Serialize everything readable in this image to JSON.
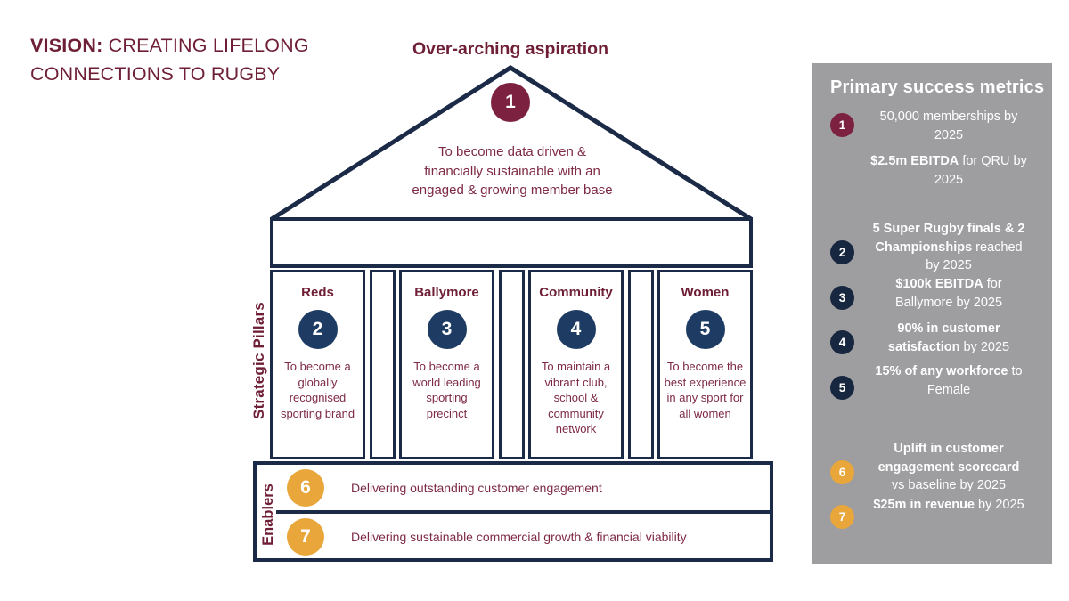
{
  "colors": {
    "maroon": "#6E1E35",
    "maroon_body": "#7E2A44",
    "maroon_circle": "#7C2240",
    "navy": "#1B2B47",
    "navy_circle": "#1E3C63",
    "navy_circle_dark": "#17273F",
    "amber": "#E9A63B",
    "sidebar_gray": "#9E9EA1"
  },
  "vision": {
    "label": "VISION:",
    "text": " CREATING LIFELONG CONNECTIONS TO RUGBY"
  },
  "aspiration": {
    "heading": "Over-arching aspiration",
    "number": "1",
    "text": "To become data driven & financially sustainable with an engaged & growing member base"
  },
  "strategic_pillars": {
    "label": "Strategic Pillars",
    "items": [
      {
        "number": "2",
        "title": "Reds",
        "text": "To become a globally recognised sporting brand"
      },
      {
        "number": "3",
        "title": "Ballymore",
        "text": "To become a world leading sporting precinct"
      },
      {
        "number": "4",
        "title": "Community",
        "text": "To maintain a vibrant club, school & community network"
      },
      {
        "number": "5",
        "title": "Women",
        "text": "To become the best experience in any sport for all women"
      }
    ]
  },
  "enablers": {
    "label": "Enablers",
    "items": [
      {
        "number": "6",
        "text": "Delivering outstanding customer engagement"
      },
      {
        "number": "7",
        "text": "Delivering sustainable commercial growth & financial viability"
      }
    ]
  },
  "metrics": {
    "heading": "Primary success metrics",
    "items": [
      {
        "number": "1",
        "circle": "maroon",
        "paragraphs": [
          [
            {
              "t": "50,000 memberships by 2025",
              "b": false
            }
          ],
          [
            {
              "t": "$2.5m EBITDA",
              "b": true
            },
            {
              "t": " for QRU by 2025",
              "b": false
            }
          ]
        ]
      },
      {
        "number": "2",
        "circle": "navy",
        "paragraphs": [
          [
            {
              "t": "5 Super Rugby finals & 2 Championships",
              "b": true
            },
            {
              "t": " reached by 2025",
              "b": false
            }
          ]
        ]
      },
      {
        "number": "3",
        "circle": "navy",
        "paragraphs": [
          [
            {
              "t": "$100k EBITDA",
              "b": true
            },
            {
              "t": " for Ballymore by 2025",
              "b": false
            }
          ]
        ]
      },
      {
        "number": "4",
        "circle": "navy",
        "paragraphs": [
          [
            {
              "t": "90% in customer satisfaction",
              "b": true
            },
            {
              "t": " by 2025",
              "b": false
            }
          ]
        ]
      },
      {
        "number": "5",
        "circle": "navy",
        "paragraphs": [
          [
            {
              "t": "15% of any workforce",
              "b": true
            },
            {
              "t": " to Female",
              "b": false
            }
          ]
        ]
      },
      {
        "number": "6",
        "circle": "amber",
        "paragraphs": [
          [
            {
              "t": "Uplift in customer engagement scorecard",
              "b": true
            },
            {
              "t": " vs baseline by 2025",
              "b": false
            }
          ]
        ]
      },
      {
        "number": "7",
        "circle": "amber",
        "paragraphs": [
          [
            {
              "t": "$25m in revenue",
              "b": true
            },
            {
              "t": " by 2025",
              "b": false
            }
          ]
        ]
      }
    ]
  }
}
